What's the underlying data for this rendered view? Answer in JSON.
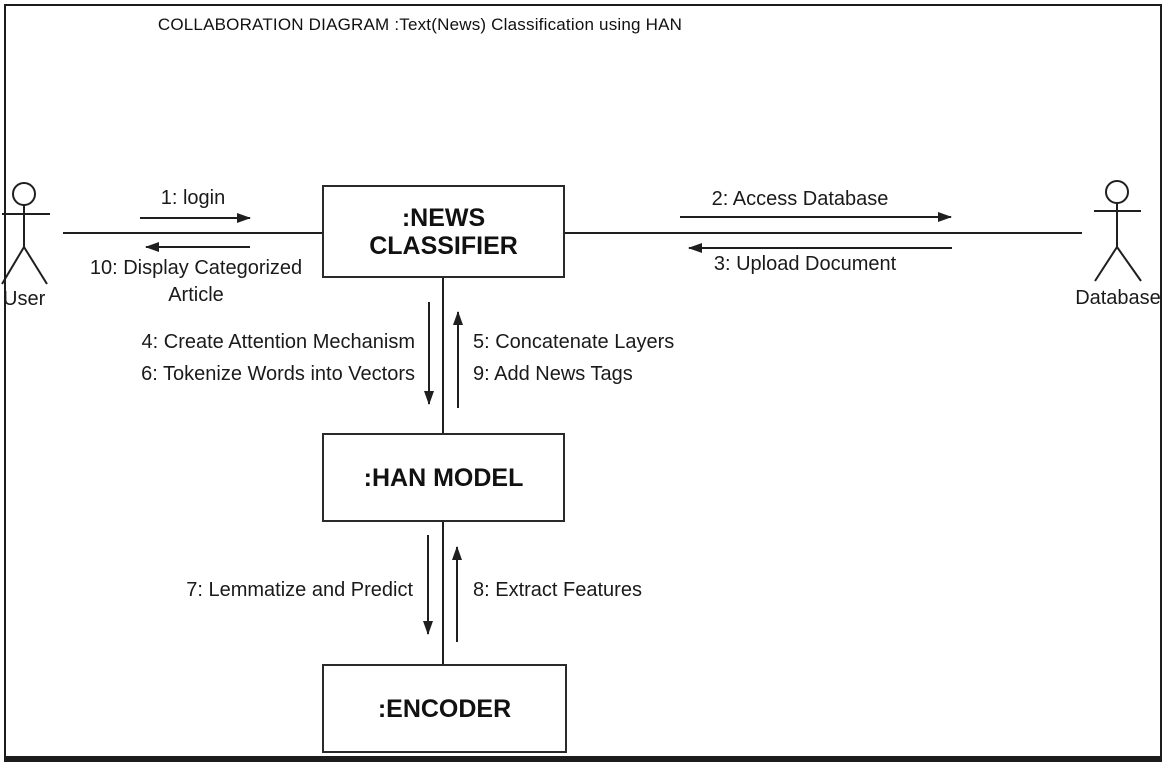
{
  "title": "COLLABORATION DIAGRAM :Text(News) Classification using HAN",
  "actors": {
    "user": {
      "label": "User"
    },
    "database": {
      "label": "Database"
    }
  },
  "objects": {
    "classifier": {
      "label": ":NEWS CLASSIFIER"
    },
    "han": {
      "label": ":HAN MODEL"
    },
    "encoder": {
      "label": ":ENCODER"
    }
  },
  "messages": [
    {
      "label": "1: login",
      "direction": "right"
    },
    {
      "label": "2: Access Database",
      "direction": "right"
    },
    {
      "label": "3: Upload Document",
      "direction": "left"
    },
    {
      "label": "4: Create Attention Mechanism",
      "direction": "down"
    },
    {
      "label": "5: Concatenate Layers",
      "direction": "up"
    },
    {
      "label": "6: Tokenize Words into Vectors",
      "direction": "down"
    },
    {
      "label": "7: Lemmatize and Predict",
      "direction": "down"
    },
    {
      "label": "8: Extract Features",
      "direction": "up"
    },
    {
      "label": "9: Add News Tags",
      "direction": "up"
    },
    {
      "label": "10: Display Categorized Article",
      "direction": "left"
    }
  ],
  "colors": {
    "background": "#ffffff",
    "ink": "#1a1a1a"
  }
}
